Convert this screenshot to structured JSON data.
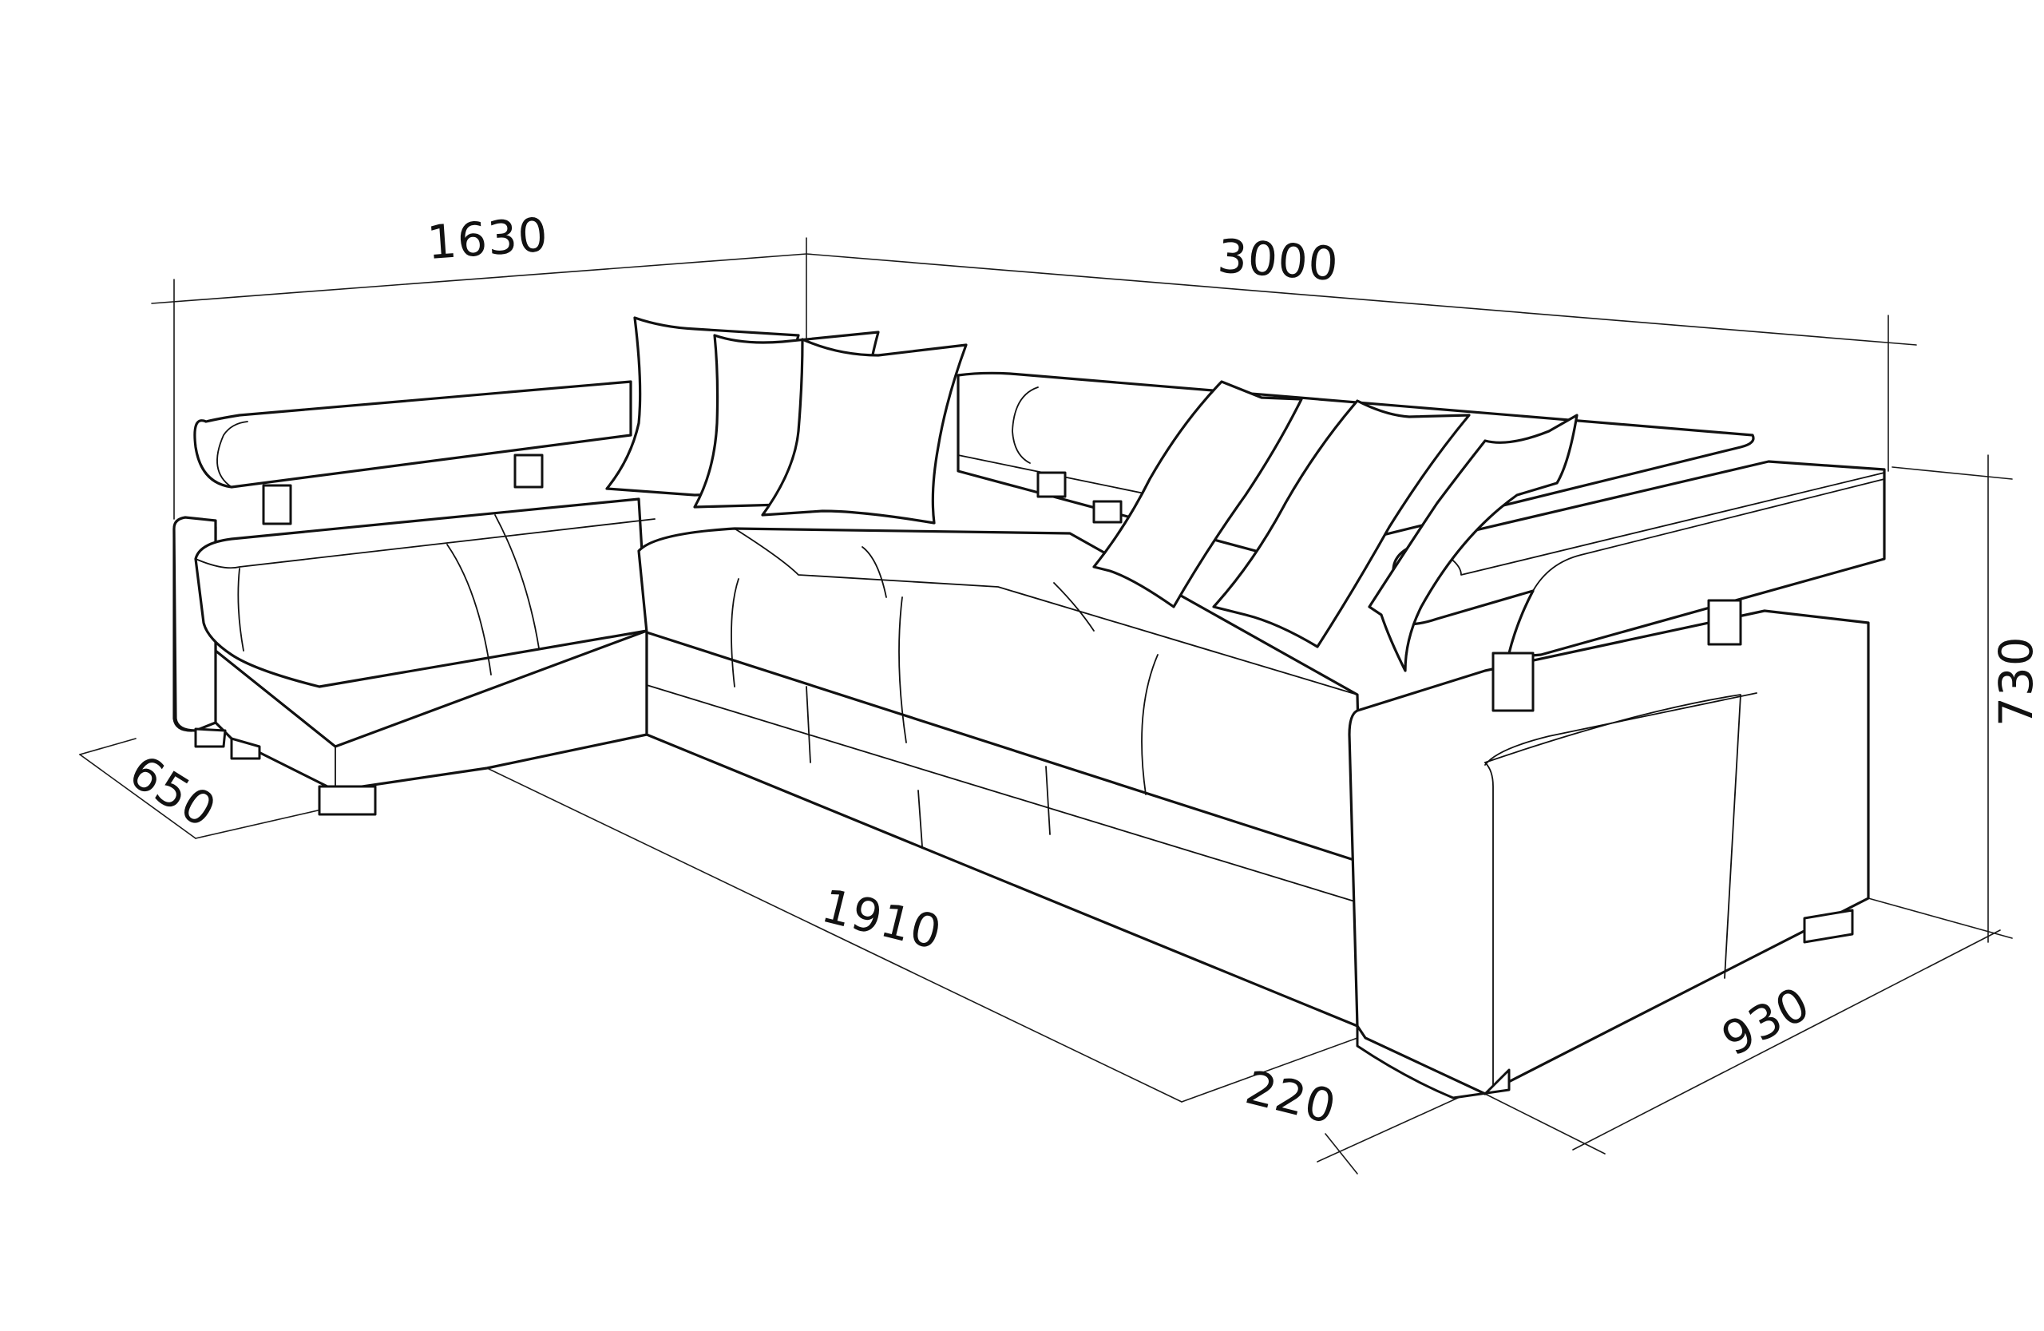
{
  "dimensions": {
    "backrest_short_length": "1630",
    "backrest_long_length": "3000",
    "overall_height": "730",
    "chaise_depth": "650",
    "seat_length": "1910",
    "armrest_width": "220",
    "overall_depth": "930"
  },
  "colors": {
    "line": "#111111",
    "background": "#ffffff"
  }
}
